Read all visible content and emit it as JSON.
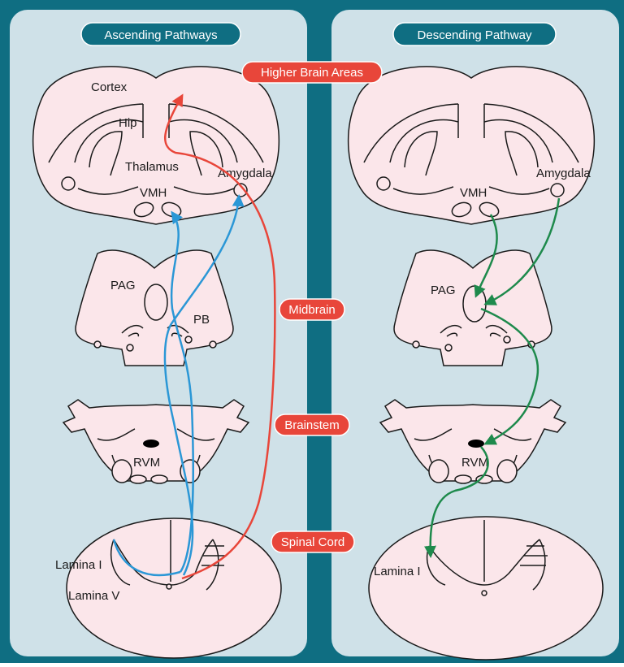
{
  "panels": {
    "left_title": "Ascending Pathways",
    "right_title": "Descending Pathway"
  },
  "levels": {
    "higher": "Higher Brain Areas",
    "midbrain": "Midbrain",
    "brainstem": "Brainstem",
    "spinal": "Spinal Cord"
  },
  "labels": {
    "cortex": "Cortex",
    "hip": "Hip",
    "thalamus": "Thalamus",
    "amygdala": "Amygdala",
    "vmh": "VMH",
    "pag": "PAG",
    "pb": "PB",
    "rvm": "RVM",
    "lamina_i": "Lamina I",
    "lamina_v": "Lamina V"
  },
  "colors": {
    "frame": "#0f6e82",
    "panel": "#cfe1e8",
    "tissue": "#fbe6ea",
    "ascending_red": "#e8463a",
    "ascending_blue": "#2b97d6",
    "descending_green": "#1e8a4c"
  }
}
